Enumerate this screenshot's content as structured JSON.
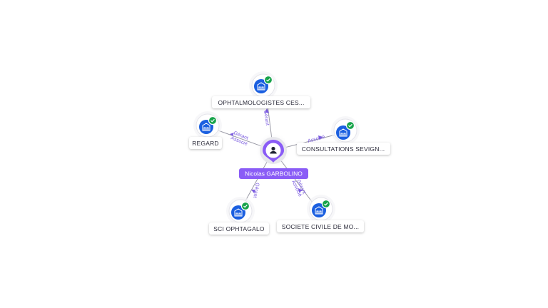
{
  "diagram": {
    "center": {
      "name": "Nicolas GARBOLINO",
      "icon": "person-icon",
      "accent_color": "#8a5cf6"
    },
    "nodes": [
      {
        "label": "OPHTALMOLOGISTES CES...",
        "icon": "company-building-icon",
        "verified": true,
        "relation": [
          "Gérant"
        ]
      },
      {
        "label": "REGARD",
        "icon": "company-building-icon",
        "verified": true,
        "relation": [
          "Gérant",
          "Associé"
        ]
      },
      {
        "label": "CONSULTATIONS SEVIGN...",
        "icon": "company-building-icon",
        "verified": true,
        "relation": [
          "Associé"
        ]
      },
      {
        "label": "SCI OPHTAGALO",
        "icon": "company-building-icon",
        "verified": true,
        "relation": [
          "Gérant"
        ]
      },
      {
        "label": "SOCIETE CIVILE DE MO...",
        "icon": "company-building-icon",
        "verified": true,
        "relation": [
          "Gérant",
          "Associé"
        ]
      }
    ],
    "colors": {
      "company": "#1b5fe0",
      "verified": "#17a34a",
      "edge_label": "#7b5ce0"
    }
  }
}
